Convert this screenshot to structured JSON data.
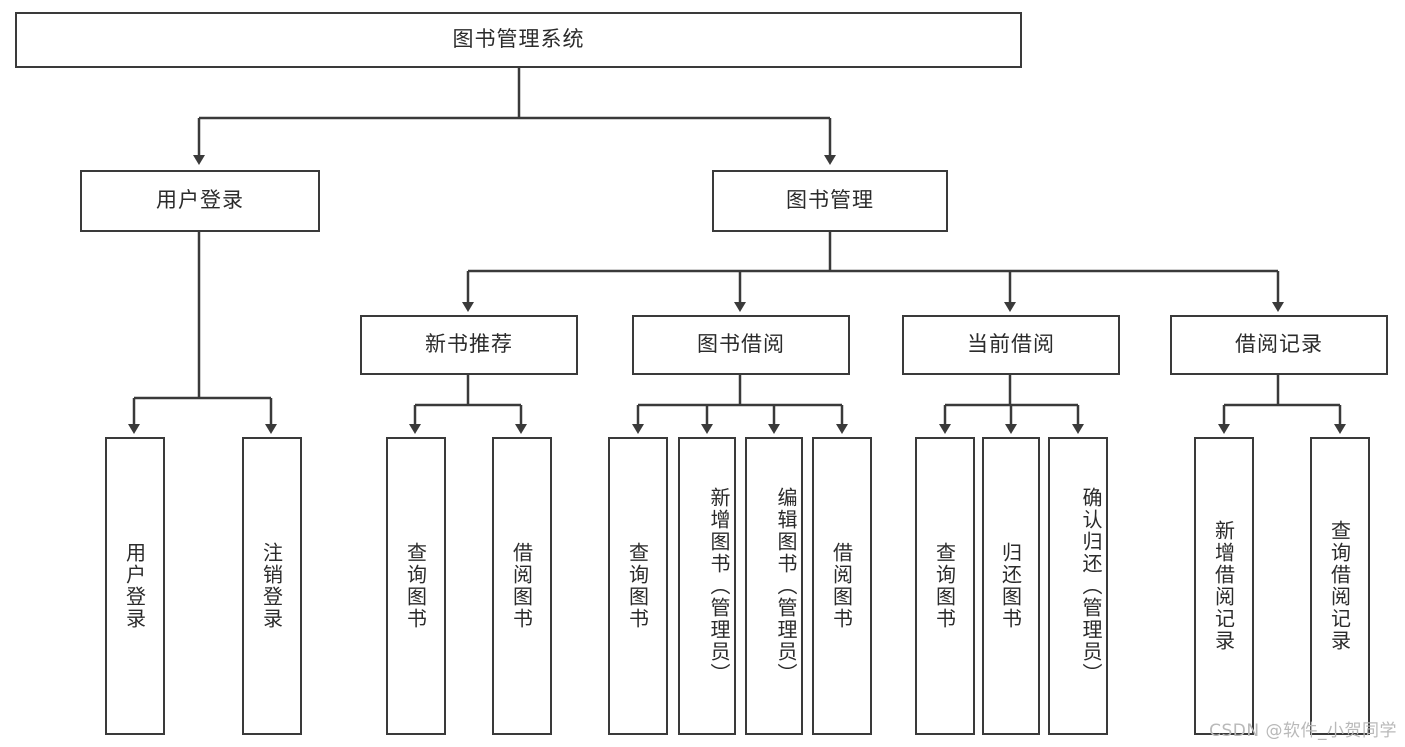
{
  "diagram": {
    "title": "图书管理系统",
    "type": "tree-hierarchy",
    "stroke_color": "#3a3a3a",
    "text_color": "#2b2b2b",
    "background": "#ffffff",
    "root": {
      "label": "图书管理系统"
    },
    "level2": [
      {
        "label": "用户登录"
      },
      {
        "label": "图书管理"
      }
    ],
    "level3": [
      {
        "label": "新书推荐"
      },
      {
        "label": "图书借阅"
      },
      {
        "label": "当前借阅"
      },
      {
        "label": "借阅记录"
      }
    ],
    "leaves": {
      "user_login": [
        {
          "label": "用户登录"
        },
        {
          "label": "注销登录"
        }
      ],
      "new_book": [
        {
          "label": "查询图书"
        },
        {
          "label": "借阅图书"
        }
      ],
      "borrow_book": [
        {
          "label": "查询图书"
        },
        {
          "label": "新增图书（管理员）"
        },
        {
          "label": "编辑图书（管理员）"
        },
        {
          "label": "借阅图书"
        }
      ],
      "current_borrow": [
        {
          "label": "查询图书"
        },
        {
          "label": "归还图书"
        },
        {
          "label": "确认归还（管理员）"
        }
      ],
      "borrow_record": [
        {
          "label": "新增借阅记录"
        },
        {
          "label": "查询借阅记录"
        }
      ]
    }
  },
  "watermark": {
    "text": "CSDN @软件_小贺同学",
    "color": "#b9b9b9"
  }
}
